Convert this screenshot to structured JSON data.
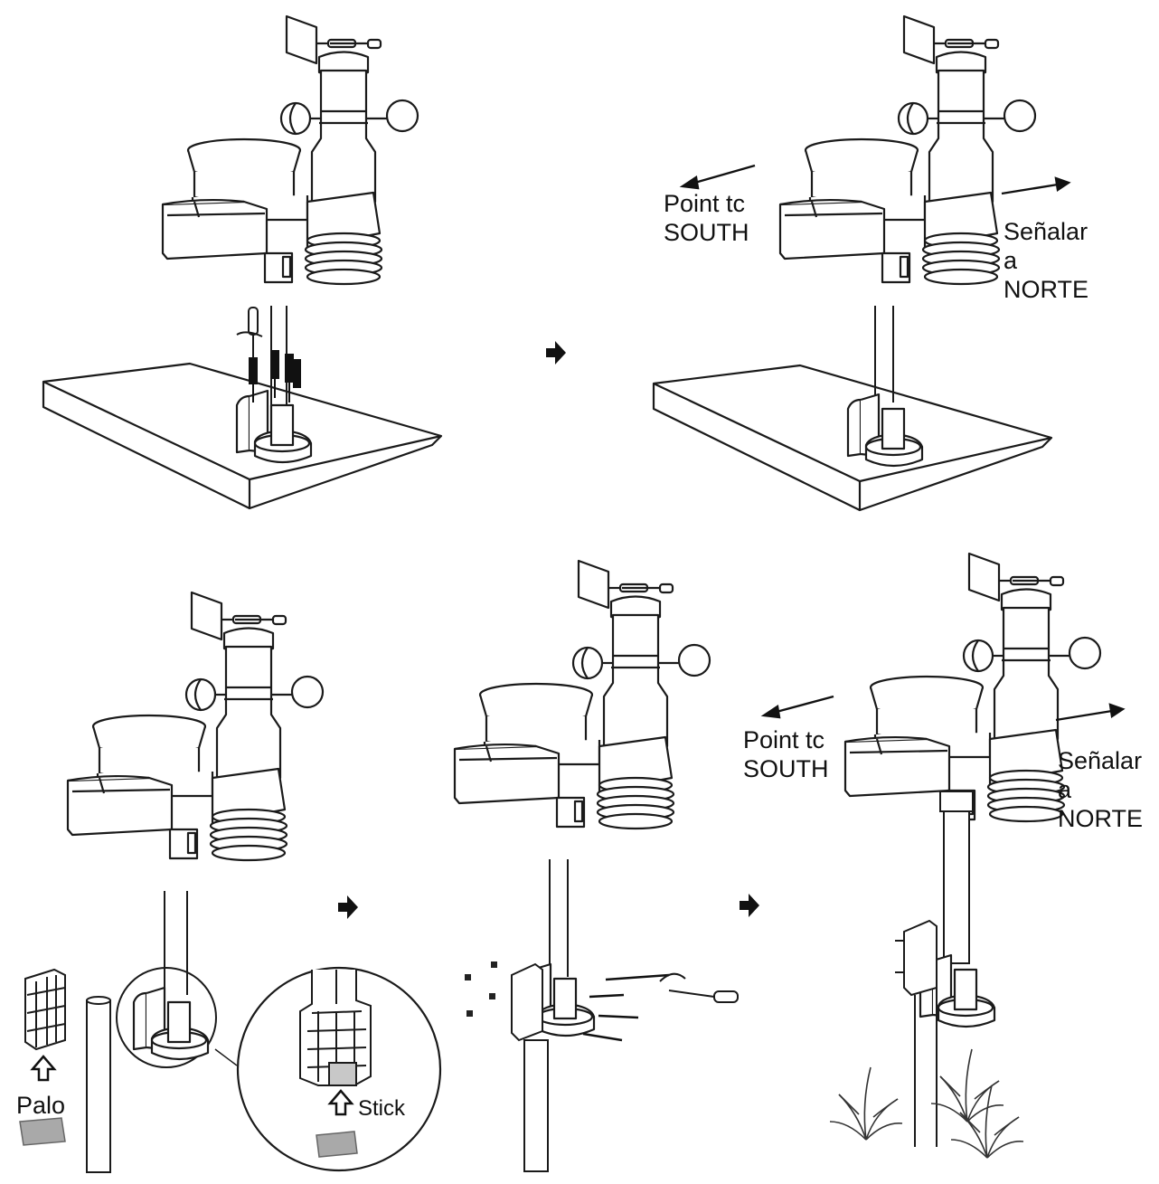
{
  "diagram": {
    "colors": {
      "line": "#1a1a1a",
      "fill": "#ffffff",
      "sticker": "#a9a9a9",
      "plant": "#333333"
    },
    "labels": {
      "point_south_1": "Point tc",
      "south_1": "SOUTH",
      "senalar_1": "Señalar",
      "a_1": "a",
      "norte_1": "NORTE",
      "point_south_2": "Point tc",
      "south_2": "SOUTH",
      "senalar_2": "Señalar",
      "a_2": "a",
      "norte_2": "NORTE",
      "palo": "Palo",
      "stick": "Stick"
    },
    "icons": [
      "arrow-right-icon",
      "arrow-up-outline-icon",
      "screwdriver-icon",
      "screw-icon",
      "plant-icon"
    ]
  }
}
